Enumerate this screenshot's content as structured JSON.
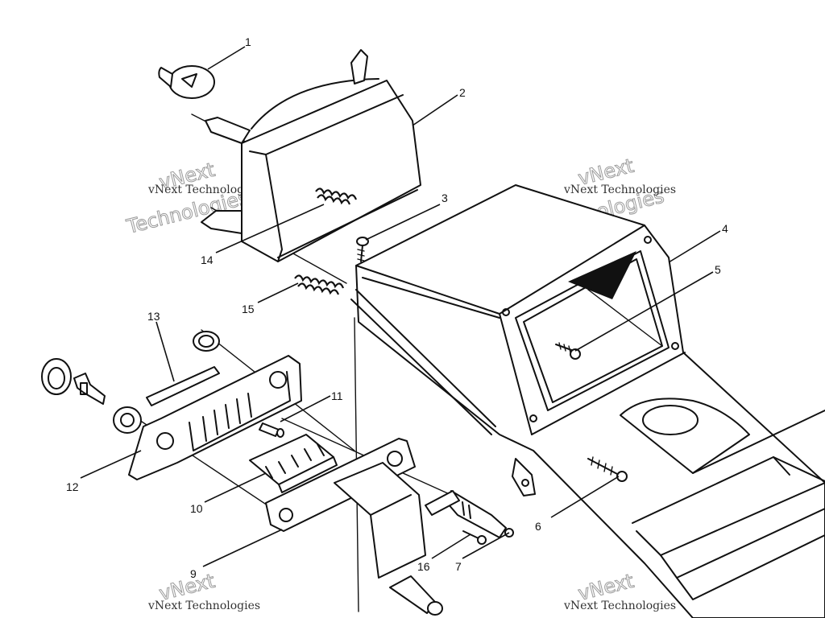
{
  "callouts": [
    "1",
    "2",
    "3",
    "4",
    "5",
    "6",
    "7",
    "9",
    "10",
    "11",
    "12",
    "13",
    "14",
    "15",
    "16"
  ],
  "watermark": {
    "small": "vNext Technologies",
    "big_1": "vNext",
    "big_2": "Technologies"
  },
  "colors": {
    "line": "#111111",
    "background": "#ffffff",
    "watermark": "#9a9a9a"
  }
}
